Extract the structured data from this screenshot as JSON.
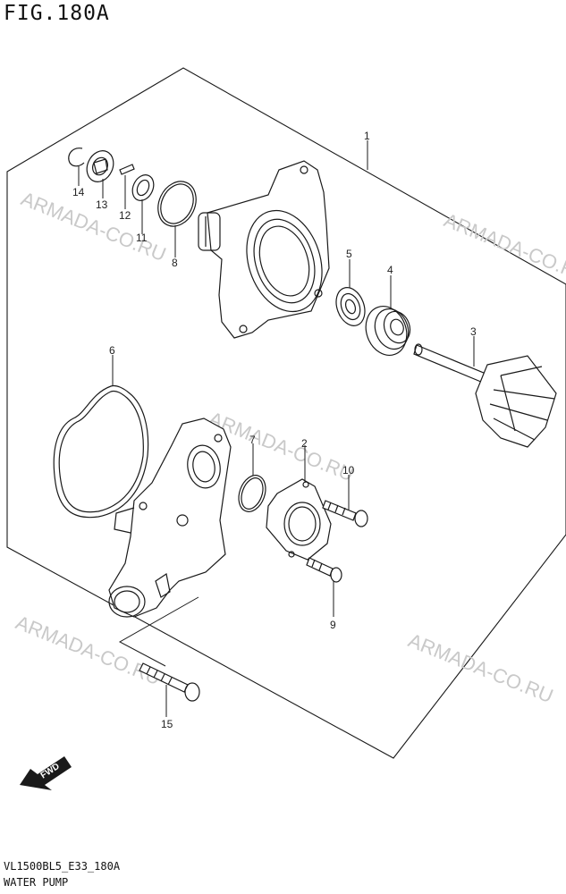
{
  "figure": {
    "title": "FIG.180A",
    "code": "VL1500BL5_E33_180A",
    "name": "WATER PUMP"
  },
  "watermark": "ARMADA-CO.RU",
  "fwd_label": "FWD",
  "parts": [
    {
      "id": "p1",
      "no": "1"
    },
    {
      "id": "p2",
      "no": "2"
    },
    {
      "id": "p3",
      "no": "3"
    },
    {
      "id": "p4",
      "no": "4"
    },
    {
      "id": "p5",
      "no": "5"
    },
    {
      "id": "p6",
      "no": "6"
    },
    {
      "id": "p7",
      "no": "7"
    },
    {
      "id": "p8",
      "no": "8"
    },
    {
      "id": "p9",
      "no": "9"
    },
    {
      "id": "p10",
      "no": "10"
    },
    {
      "id": "p11",
      "no": "11"
    },
    {
      "id": "p12",
      "no": "12"
    },
    {
      "id": "p13",
      "no": "13"
    },
    {
      "id": "p14",
      "no": "14"
    },
    {
      "id": "p15",
      "no": "15"
    }
  ],
  "colors": {
    "line": "#1a1a1a",
    "watermark": "#c9c9c9"
  }
}
